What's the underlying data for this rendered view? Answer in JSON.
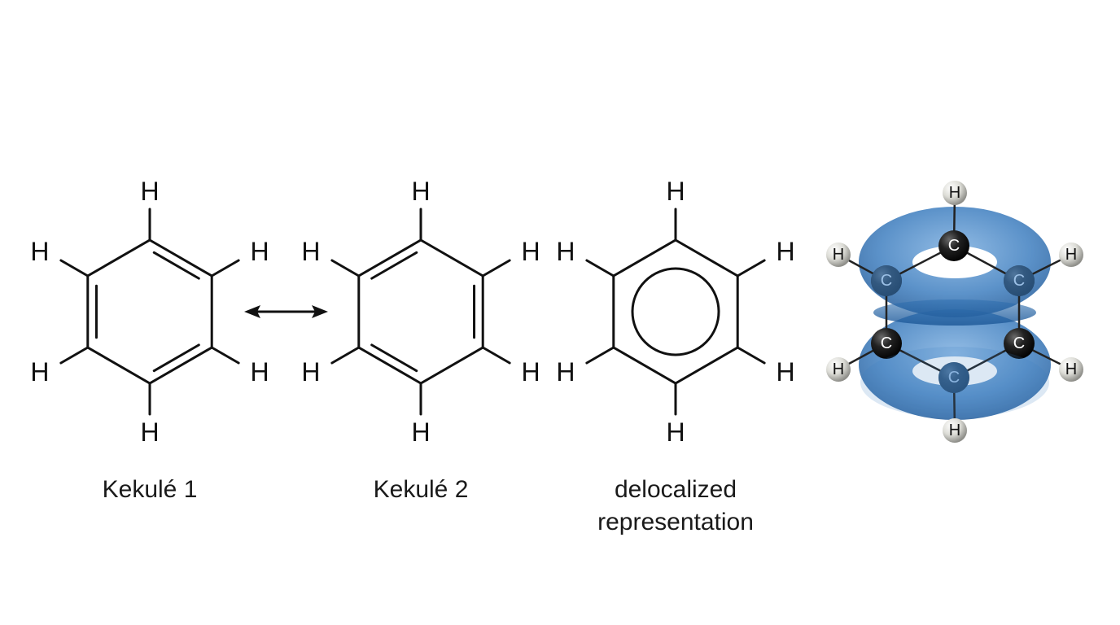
{
  "structures": [
    {
      "id": "kekule-1",
      "caption_lines": [
        "Kekulé 1"
      ],
      "atom_label": "H"
    },
    {
      "id": "kekule-2",
      "caption_lines": [
        "Kekulé 2"
      ],
      "atom_label": "H"
    },
    {
      "id": "delocalized",
      "caption_lines": [
        "delocalized",
        "representation"
      ],
      "atom_label": "H"
    }
  ],
  "resonance_arrow": {
    "icon": "double-headed-arrow-icon"
  },
  "model_3d": {
    "carbon_label": "C",
    "hydrogen_label": "H",
    "orbital_color": "#3f7fc0",
    "carbon_color": "#1a1a1a",
    "hydrogen_color": "#d9d9d4"
  }
}
